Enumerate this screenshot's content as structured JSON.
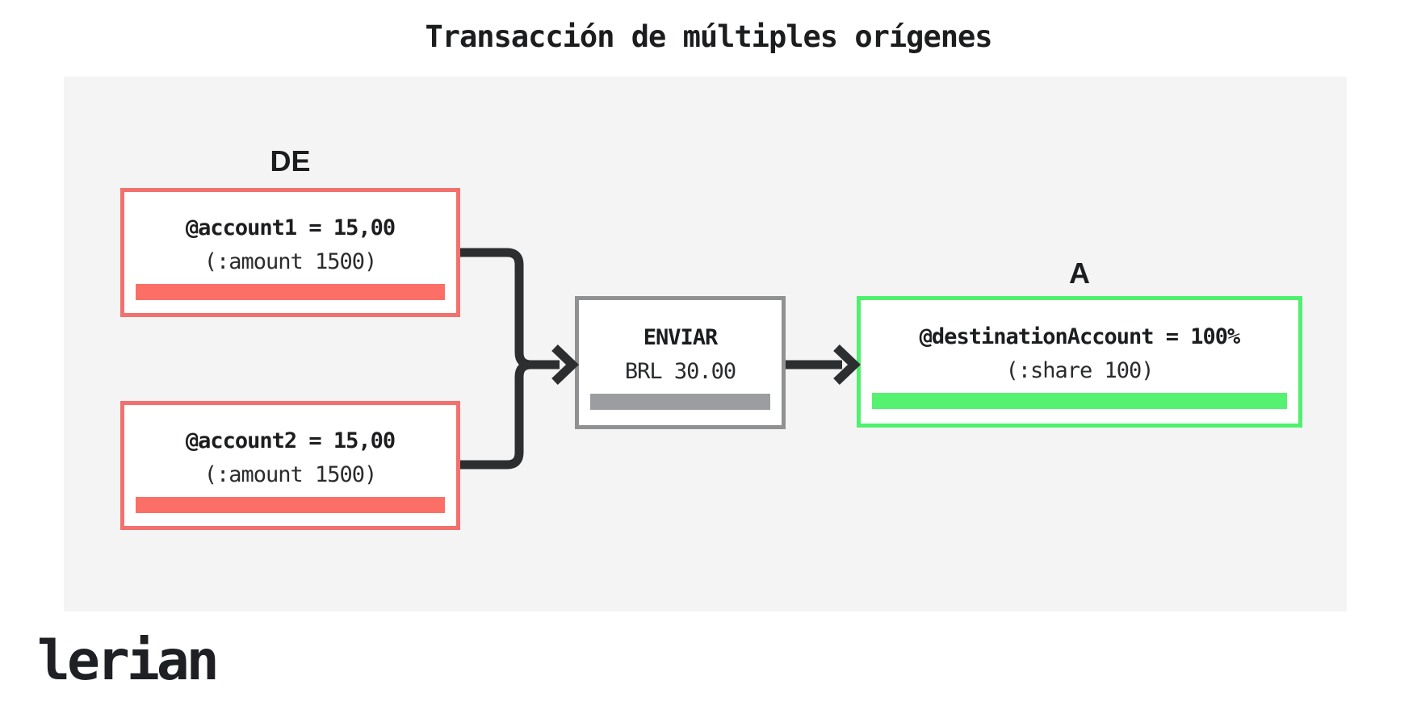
{
  "title": "Transacción de múltiples orígenes",
  "labels": {
    "from": "DE",
    "to": "A"
  },
  "nodes": {
    "source1": {
      "line1": "@account1 = 15,00",
      "line2": "(:amount 1500)"
    },
    "source2": {
      "line1": "@account2 = 15,00",
      "line2": "(:amount 1500)"
    },
    "operation": {
      "line1": "ENVIAR",
      "line2": "BRL 30.00"
    },
    "destination": {
      "line1": "@destinationAccount = 100%",
      "line2": "(:share 100)"
    }
  },
  "logo": {
    "text": "lerian"
  },
  "colors": {
    "source_accent": "#f2706d",
    "source_bar": "#fb6f66",
    "operation_accent": "#8f9193",
    "operation_bar": "#9c9da0",
    "destination_accent": "#50f06e",
    "destination_bar": "#55f272",
    "connector": "#2d2e30",
    "panel_bg": "#f4f4f5",
    "text": "#1c1d1f"
  }
}
